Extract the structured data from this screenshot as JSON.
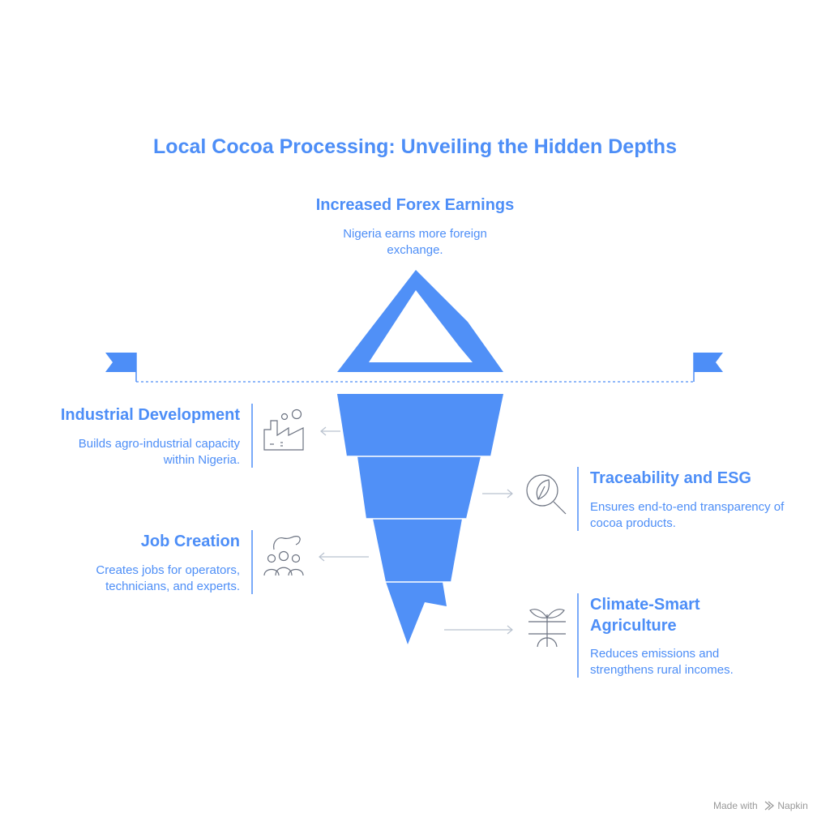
{
  "title": "Local Cocoa Processing: Unveiling the Hidden Depths",
  "top": {
    "heading": "Increased Forex Earnings",
    "desc_line1": "Nigeria earns more foreign",
    "desc_line2": "exchange."
  },
  "left": [
    {
      "heading": "Industrial Development",
      "desc_line1": "Builds agro-industrial capacity",
      "desc_line2": "within Nigeria.",
      "icon": "factory-icon"
    },
    {
      "heading": "Job Creation",
      "desc_line1": "Creates jobs for operators,",
      "desc_line2": "technicians, and experts.",
      "icon": "people-icon"
    }
  ],
  "right": [
    {
      "heading": "Traceability and ESG",
      "desc_line1": "Ensures end-to-end transparency of",
      "desc_line2": "cocoa products.",
      "icon": "magnifier-leaf-icon"
    },
    {
      "heading_line1": "Climate-Smart",
      "heading_line2": "Agriculture",
      "desc_line1": "Reduces emissions and",
      "desc_line2": "strengthens rural incomes.",
      "icon": "sprout-icon"
    }
  ],
  "footer": {
    "made_with": "Made with",
    "brand": "Napkin"
  },
  "colors": {
    "accent": "#4d8ef7",
    "iceberg": "#5090f7",
    "icon": "#6b7280",
    "footer": "#999999"
  }
}
